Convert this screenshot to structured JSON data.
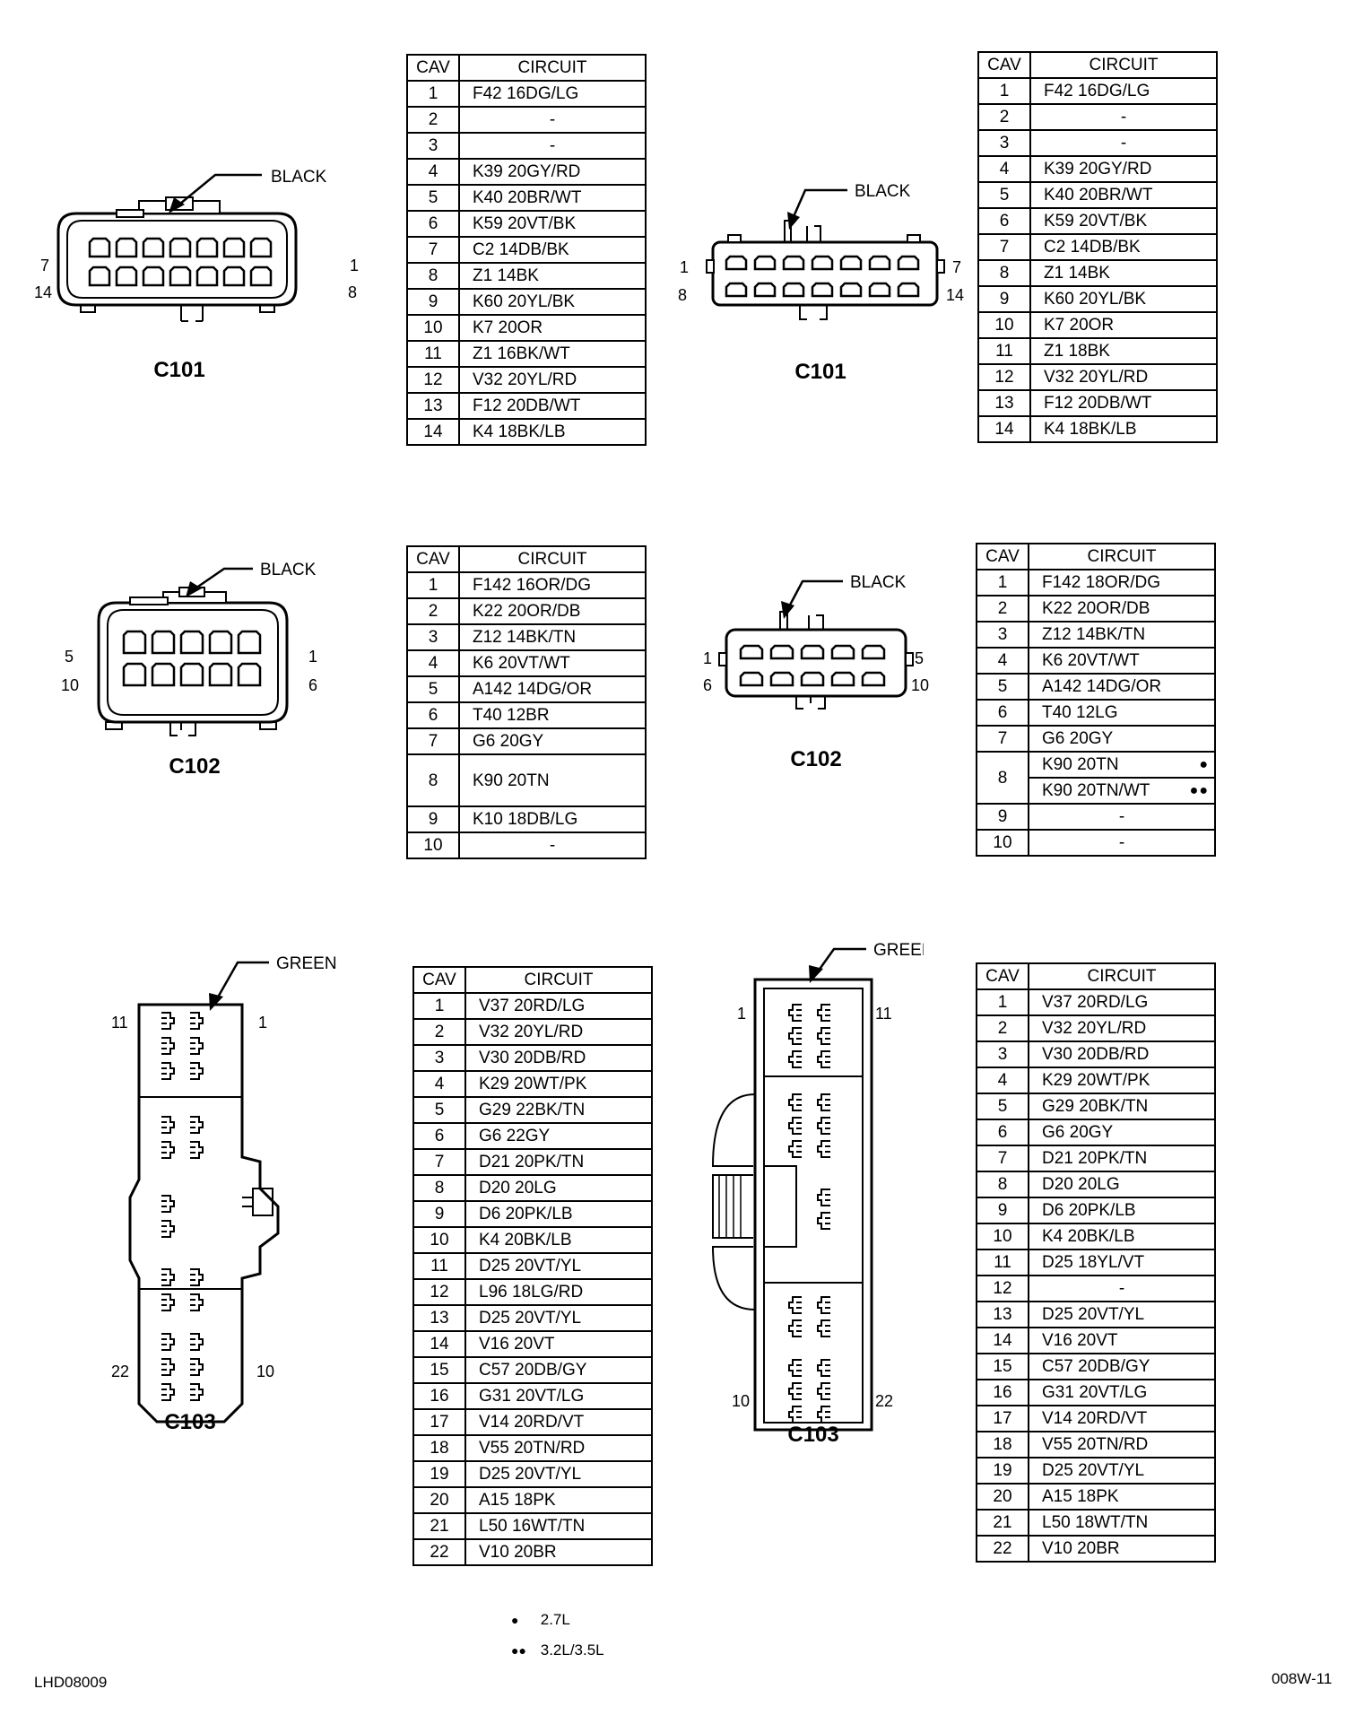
{
  "headers": {
    "cav": "CAV",
    "circuit": "CIRCUIT"
  },
  "connectors": {
    "c101_left": {
      "name": "C101",
      "color": "BLACK",
      "pins": [
        "7",
        "14",
        "1",
        "8"
      ]
    },
    "c101_right": {
      "name": "C101",
      "color": "BLACK",
      "pins": [
        "1",
        "8",
        "7",
        "14"
      ]
    },
    "c102_left": {
      "name": "C102",
      "color": "BLACK",
      "pins": [
        "5",
        "10",
        "1",
        "6"
      ]
    },
    "c102_right": {
      "name": "C102",
      "color": "BLACK",
      "pins": [
        "1",
        "6",
        "5",
        "10"
      ]
    },
    "c103_left": {
      "name": "C103",
      "color": "GREEN",
      "pins": [
        "11",
        "1",
        "22",
        "10"
      ]
    },
    "c103_right": {
      "name": "C103",
      "color": "GREEN",
      "pins": [
        "1",
        "11",
        "10",
        "22"
      ]
    }
  },
  "tables": {
    "c101_left": [
      {
        "cav": "1",
        "circuit": "F42 16DG/LG"
      },
      {
        "cav": "2",
        "circuit": "-"
      },
      {
        "cav": "3",
        "circuit": "-"
      },
      {
        "cav": "4",
        "circuit": "K39 20GY/RD"
      },
      {
        "cav": "5",
        "circuit": "K40 20BR/WT"
      },
      {
        "cav": "6",
        "circuit": "K59 20VT/BK"
      },
      {
        "cav": "7",
        "circuit": "C2 14DB/BK"
      },
      {
        "cav": "8",
        "circuit": "Z1 14BK"
      },
      {
        "cav": "9",
        "circuit": "K60 20YL/BK"
      },
      {
        "cav": "10",
        "circuit": "K7 20OR"
      },
      {
        "cav": "11",
        "circuit": "Z1 16BK/WT"
      },
      {
        "cav": "12",
        "circuit": "V32 20YL/RD"
      },
      {
        "cav": "13",
        "circuit": "F12 20DB/WT"
      },
      {
        "cav": "14",
        "circuit": "K4 18BK/LB"
      }
    ],
    "c101_right": [
      {
        "cav": "1",
        "circuit": "F42 16DG/LG"
      },
      {
        "cav": "2",
        "circuit": "-"
      },
      {
        "cav": "3",
        "circuit": "-"
      },
      {
        "cav": "4",
        "circuit": "K39 20GY/RD"
      },
      {
        "cav": "5",
        "circuit": "K40 20BR/WT"
      },
      {
        "cav": "6",
        "circuit": "K59 20VT/BK"
      },
      {
        "cav": "7",
        "circuit": "C2 14DB/BK"
      },
      {
        "cav": "8",
        "circuit": "Z1 14BK"
      },
      {
        "cav": "9",
        "circuit": "K60 20YL/BK"
      },
      {
        "cav": "10",
        "circuit": "K7 20OR"
      },
      {
        "cav": "11",
        "circuit": "Z1 18BK"
      },
      {
        "cav": "12",
        "circuit": "V32 20YL/RD"
      },
      {
        "cav": "13",
        "circuit": "F12 20DB/WT"
      },
      {
        "cav": "14",
        "circuit": "K4 18BK/LB"
      }
    ],
    "c102_left": [
      {
        "cav": "1",
        "circuit": "F142 16OR/DG"
      },
      {
        "cav": "2",
        "circuit": "K22 20OR/DB"
      },
      {
        "cav": "3",
        "circuit": "Z12 14BK/TN"
      },
      {
        "cav": "4",
        "circuit": "K6 20VT/WT"
      },
      {
        "cav": "5",
        "circuit": "A142 14DG/OR"
      },
      {
        "cav": "6",
        "circuit": "T40 12BR"
      },
      {
        "cav": "7",
        "circuit": "G6 20GY"
      },
      {
        "cav": "8",
        "circuit": "K90 20TN"
      },
      {
        "cav": "9",
        "circuit": "K10 18DB/LG"
      },
      {
        "cav": "10",
        "circuit": "-"
      }
    ],
    "c102_right": {
      "row1to7": [
        {
          "cav": "1",
          "circuit": "F142 18OR/DG"
        },
        {
          "cav": "2",
          "circuit": "K22 20OR/DB"
        },
        {
          "cav": "3",
          "circuit": "Z12 14BK/TN"
        },
        {
          "cav": "4",
          "circuit": "K6 20VT/WT"
        },
        {
          "cav": "5",
          "circuit": "A142 14DG/OR"
        },
        {
          "cav": "6",
          "circuit": "T40 12LG"
        },
        {
          "cav": "7",
          "circuit": "G6 20GY"
        }
      ],
      "row8": {
        "cav": "8",
        "circuit_a": "K90 20TN",
        "mark_a": "●",
        "circuit_b": "K90 20TN/WT",
        "mark_b": "●●"
      },
      "row9to10": [
        {
          "cav": "9",
          "circuit": "-"
        },
        {
          "cav": "10",
          "circuit": "-"
        }
      ]
    },
    "c103_left": [
      {
        "cav": "1",
        "circuit": "V37 20RD/LG"
      },
      {
        "cav": "2",
        "circuit": "V32 20YL/RD"
      },
      {
        "cav": "3",
        "circuit": "V30 20DB/RD"
      },
      {
        "cav": "4",
        "circuit": "K29 20WT/PK"
      },
      {
        "cav": "5",
        "circuit": "G29 22BK/TN"
      },
      {
        "cav": "6",
        "circuit": "G6 22GY"
      },
      {
        "cav": "7",
        "circuit": "D21 20PK/TN"
      },
      {
        "cav": "8",
        "circuit": "D20 20LG"
      },
      {
        "cav": "9",
        "circuit": "D6 20PK/LB"
      },
      {
        "cav": "10",
        "circuit": "K4 20BK/LB"
      },
      {
        "cav": "11",
        "circuit": "D25 20VT/YL"
      },
      {
        "cav": "12",
        "circuit": "L96 18LG/RD"
      },
      {
        "cav": "13",
        "circuit": "D25 20VT/YL"
      },
      {
        "cav": "14",
        "circuit": "V16 20VT"
      },
      {
        "cav": "15",
        "circuit": "C57 20DB/GY"
      },
      {
        "cav": "16",
        "circuit": "G31 20VT/LG"
      },
      {
        "cav": "17",
        "circuit": "V14 20RD/VT"
      },
      {
        "cav": "18",
        "circuit": "V55 20TN/RD"
      },
      {
        "cav": "19",
        "circuit": "D25 20VT/YL"
      },
      {
        "cav": "20",
        "circuit": "A15 18PK"
      },
      {
        "cav": "21",
        "circuit": "L50 16WT/TN"
      },
      {
        "cav": "22",
        "circuit": "V10 20BR"
      }
    ],
    "c103_right": [
      {
        "cav": "1",
        "circuit": "V37 20RD/LG"
      },
      {
        "cav": "2",
        "circuit": "V32 20YL/RD"
      },
      {
        "cav": "3",
        "circuit": "V30 20DB/RD"
      },
      {
        "cav": "4",
        "circuit": "K29 20WT/PK"
      },
      {
        "cav": "5",
        "circuit": "G29 20BK/TN"
      },
      {
        "cav": "6",
        "circuit": "G6 20GY"
      },
      {
        "cav": "7",
        "circuit": "D21 20PK/TN"
      },
      {
        "cav": "8",
        "circuit": "D20 20LG"
      },
      {
        "cav": "9",
        "circuit": "D6 20PK/LB"
      },
      {
        "cav": "10",
        "circuit": "K4 20BK/LB"
      },
      {
        "cav": "11",
        "circuit": "D25 18YL/VT"
      },
      {
        "cav": "12",
        "circuit": "-"
      },
      {
        "cav": "13",
        "circuit": "D25 20VT/YL"
      },
      {
        "cav": "14",
        "circuit": "V16 20VT"
      },
      {
        "cav": "15",
        "circuit": "C57 20DB/GY"
      },
      {
        "cav": "16",
        "circuit": "G31 20VT/LG"
      },
      {
        "cav": "17",
        "circuit": "V14 20RD/VT"
      },
      {
        "cav": "18",
        "circuit": "V55 20TN/RD"
      },
      {
        "cav": "19",
        "circuit": "D25 20VT/YL"
      },
      {
        "cav": "20",
        "circuit": "A15 18PK"
      },
      {
        "cav": "21",
        "circuit": "L50 18WT/TN"
      },
      {
        "cav": "22",
        "circuit": "V10 20BR"
      }
    ]
  },
  "legend": [
    {
      "mark": "●",
      "label": "2.7L"
    },
    {
      "mark": "●●",
      "label": "3.2L/3.5L"
    }
  ],
  "footer": {
    "left_code": "LHD08009",
    "right_code": "008W-11"
  }
}
